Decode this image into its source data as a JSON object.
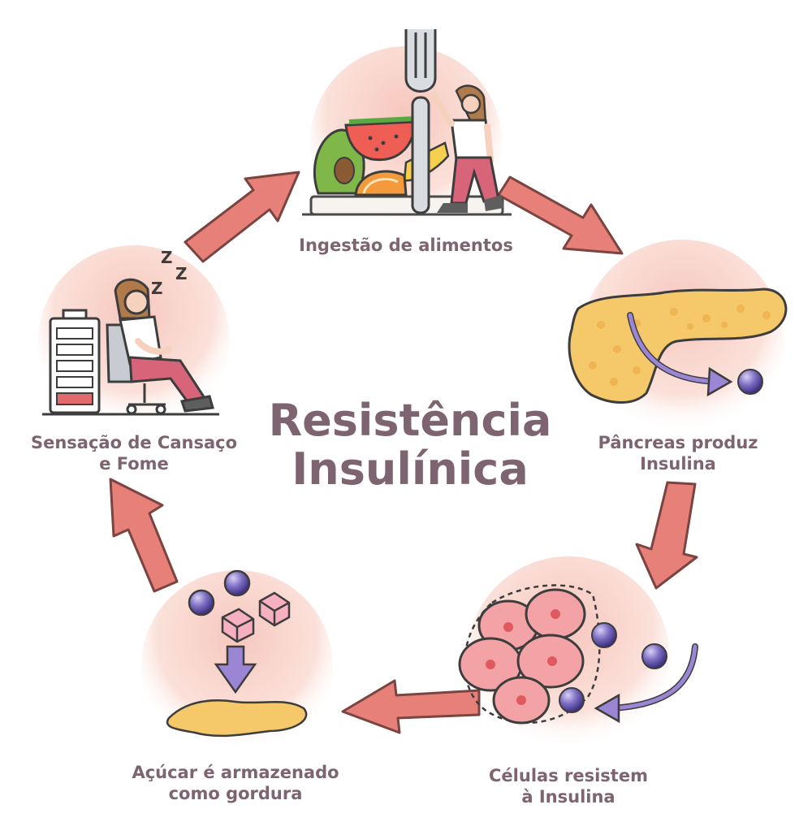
{
  "title": {
    "line1": "Resistência",
    "line2": "Insulínica"
  },
  "steps": [
    {
      "label": "Ingestão de alimentos"
    },
    {
      "line1": "Pâncreas produz",
      "line2": "Insulina"
    },
    {
      "line1": "Células resistem",
      "line2": "à Insulina"
    },
    {
      "line1": "Açúcar é armazenado",
      "line2": "como gordura"
    },
    {
      "line1": "Sensação de Cansaço",
      "line2": "e Fome"
    }
  ],
  "sleep_text": {
    "z1": "Z",
    "z2": "Z",
    "z3": "Z"
  },
  "colors": {
    "text": "#7d6470",
    "arrow": "#e8807a",
    "bubble": "#fbe1da",
    "insulin": "#7e6fc4",
    "fat": "#f5c86a",
    "cell": "#f3a3a5"
  }
}
